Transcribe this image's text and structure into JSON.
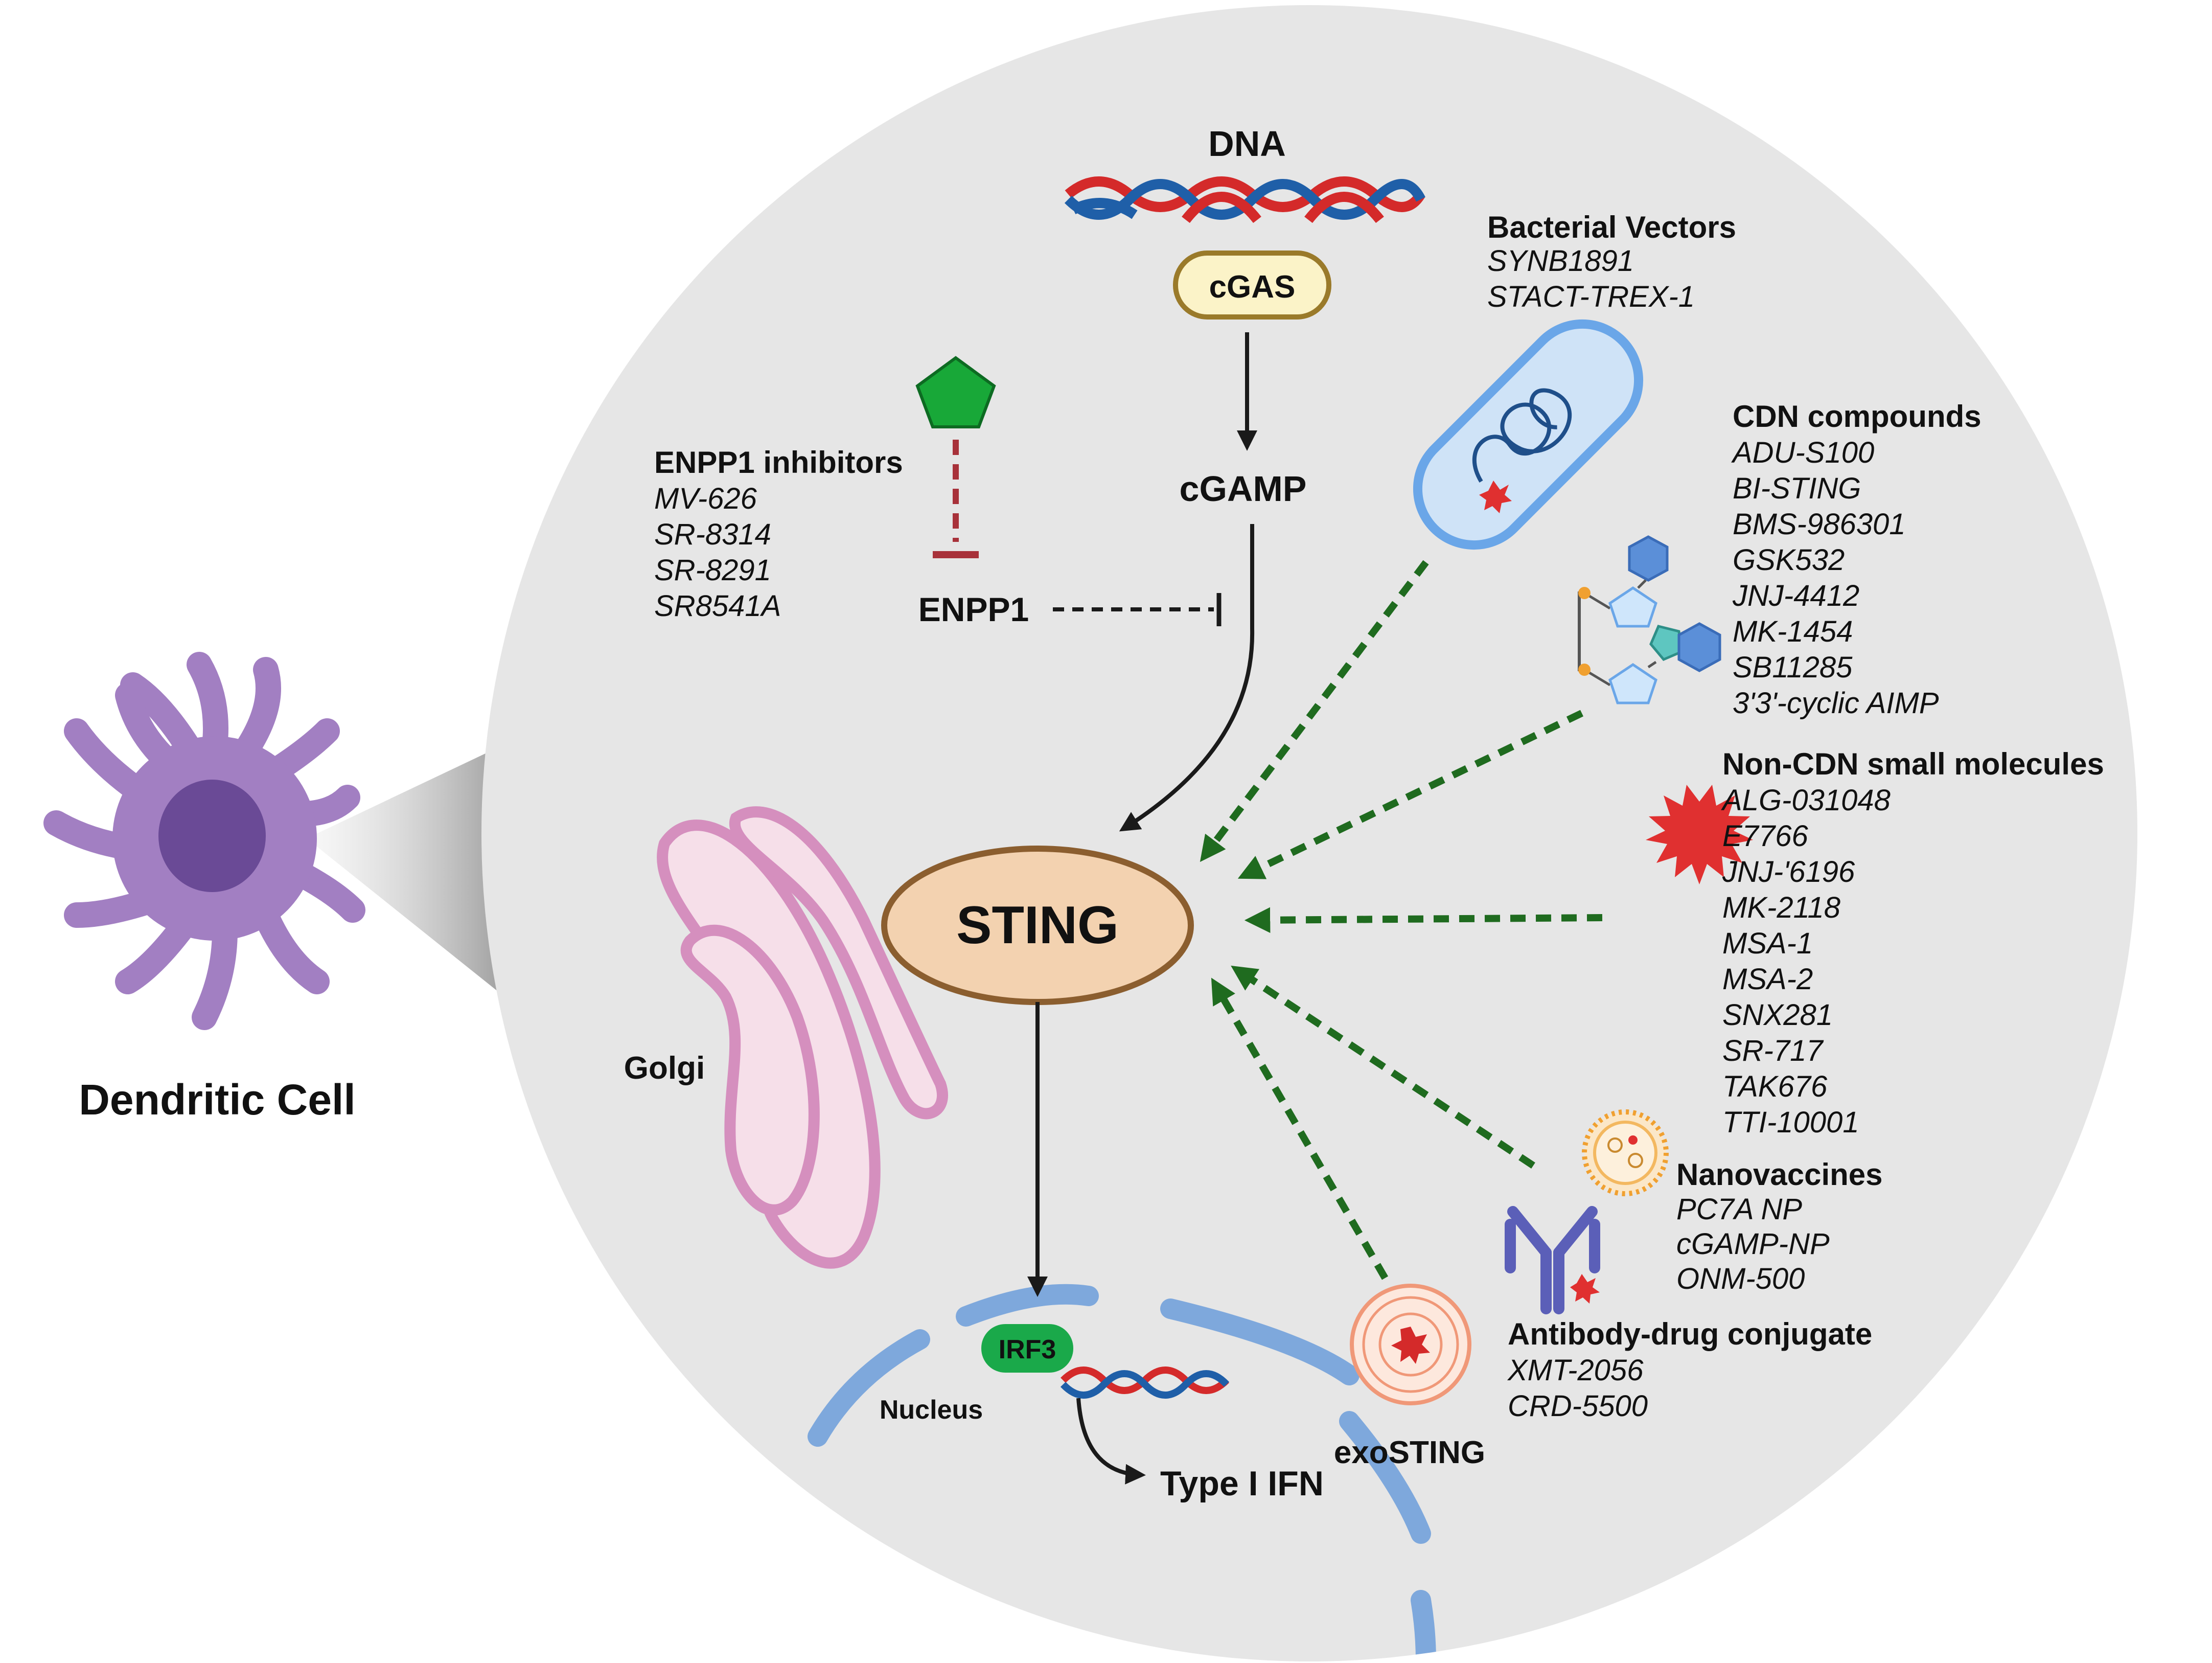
{
  "colors": {
    "circle_bg": "#e6e6e6",
    "dendritic_cell": "#a27fc2",
    "dendritic_nucleus": "#6a4a96",
    "golgi": "#d58fbe",
    "sting_fill": "#f3d2b0",
    "sting_stroke": "#8b5e2f",
    "cgas_fill": "#fbf3c8",
    "cgas_stroke": "#9a7a2a",
    "agonist_arrow": "#1f6b1f",
    "inhibitor_line": "#a8323a",
    "enpp1_inhibitor_shape": "#18a838",
    "nucleus_membrane": "#7ea8dc",
    "irf3": "#1aa94a",
    "dna_red": "#d42a2a",
    "dna_blue": "#1f5fa8",
    "star_red": "#e03030",
    "cdn_blue": "#6aa6e8"
  },
  "labels": {
    "dna": "DNA",
    "cgas": "cGAS",
    "cgamp": "cGAMP",
    "enpp1": "ENPP1",
    "sting": "STING",
    "golgi": "Golgi",
    "dendritic_cell": "Dendritic Cell",
    "irf3": "IRF3",
    "nucleus": "Nucleus",
    "type_i_ifn": "Type I IFN",
    "exosting": "exoSTING"
  },
  "groups": {
    "enpp1_inhibitors": {
      "title": "ENPP1 inhibitors",
      "items": [
        "MV-626",
        "SR-8314",
        "SR-8291",
        "SR8541A"
      ]
    },
    "bacterial_vectors": {
      "title": "Bacterial Vectors",
      "items": [
        "SYNB1891",
        "STACT-TREX-1"
      ]
    },
    "cdn_compounds": {
      "title": "CDN compounds",
      "items": [
        "ADU-S100",
        "BI-STING",
        "BMS-986301",
        "GSK532",
        "JNJ-4412",
        "MK-1454",
        "SB11285",
        "3'3'-cyclic AIMP"
      ]
    },
    "non_cdn": {
      "title": "Non-CDN small molecules",
      "items": [
        "ALG-031048",
        "E7766",
        "JNJ-'6196",
        "MK-2118",
        "MSA-1",
        "MSA-2",
        "SNX281",
        "SR-717",
        "TAK676",
        "TTI-10001"
      ]
    },
    "nanovaccines": {
      "title": "Nanovaccines",
      "items": [
        "PC7A NP",
        "cGAMP-NP",
        "ONM-500"
      ]
    },
    "adc": {
      "title": "Antibody-drug conjugate",
      "items": [
        "XMT-2056",
        "CRD-5500"
      ]
    }
  }
}
